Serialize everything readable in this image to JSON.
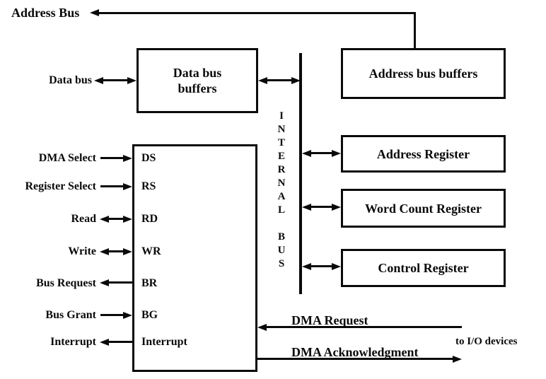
{
  "diagram": {
    "background_color": "#ffffff",
    "line_color": "#0a0a0a",
    "address_bus_label": "Address Bus",
    "data_bus_label": "Data bus",
    "internal_bus_label": "INTERNAL BUS",
    "boxes": {
      "data_bus_buffers": "Data bus\nbuffers",
      "address_bus_buffers": "Address bus buffers",
      "address_register": "Address Register",
      "word_count_register": "Word Count Register",
      "control_register": "Control Register"
    },
    "pins": [
      {
        "signal": "DMA Select",
        "pin": "DS",
        "direction": "in"
      },
      {
        "signal": "Register Select",
        "pin": "RS",
        "direction": "in"
      },
      {
        "signal": "Read",
        "pin": "RD",
        "direction": "bidirectional"
      },
      {
        "signal": "Write",
        "pin": "WR",
        "direction": "bidirectional"
      },
      {
        "signal": "Bus Request",
        "pin": "BR",
        "direction": "out"
      },
      {
        "signal": "Bus Grant",
        "pin": "BG",
        "direction": "in"
      },
      {
        "signal": "Interrupt",
        "pin": "Interrupt",
        "direction": "out"
      }
    ],
    "io_lines": {
      "dma_request": "DMA Request",
      "dma_acknowledgment": "DMA Acknowledgment",
      "to_io_devices": "to I/O devices"
    }
  }
}
